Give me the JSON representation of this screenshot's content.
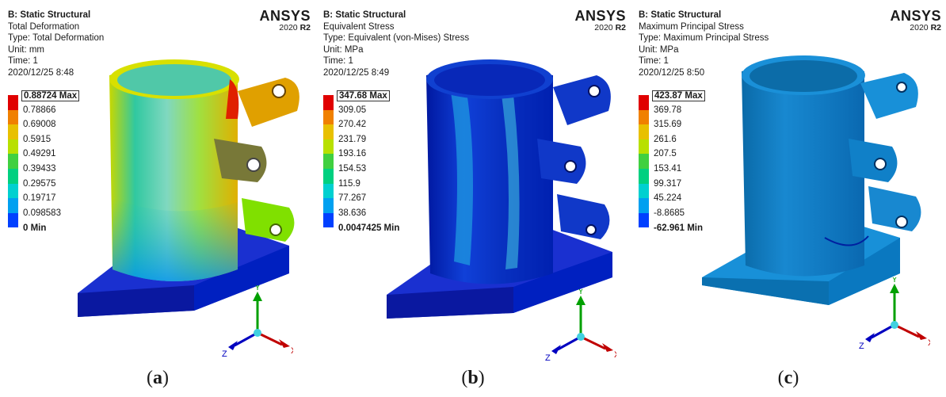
{
  "panels": [
    {
      "analysis": "B: Static Structural",
      "result": "Total Deformation",
      "type_line": "Type: Total Deformation",
      "unit_line": "Unit: mm",
      "time_line": "Time: 1",
      "timestamp": "2020/12/25 8:48",
      "brand": "ANSYS",
      "version_year": "2020",
      "version_rel": "R2",
      "legend": [
        "0.88724 Max",
        "0.78866",
        "0.69008",
        "0.5915",
        "0.49291",
        "0.39433",
        "0.29575",
        "0.19717",
        "0.098583",
        "0 Min"
      ],
      "caption_open": "(",
      "caption_letter": "a",
      "caption_close": ")"
    },
    {
      "analysis": "B: Static Structural",
      "result": "Equivalent Stress",
      "type_line": "Type: Equivalent (von-Mises) Stress",
      "unit_line": "Unit: MPa",
      "time_line": "Time: 1",
      "timestamp": "2020/12/25 8:49",
      "brand": "ANSYS",
      "version_year": "2020",
      "version_rel": "R2",
      "legend": [
        "347.68 Max",
        "309.05",
        "270.42",
        "231.79",
        "193.16",
        "154.53",
        "115.9",
        "77.267",
        "38.636",
        "0.0047425 Min"
      ],
      "caption_open": "(",
      "caption_letter": "b",
      "caption_close": ")"
    },
    {
      "analysis": "B: Static Structural",
      "result": "Maximum Principal Stress",
      "type_line": "Type: Maximum Principal Stress",
      "unit_line": "Unit: MPa",
      "time_line": "Time: 1",
      "timestamp": "2020/12/25 8:50",
      "brand": "ANSYS",
      "version_year": "2020",
      "version_rel": "R2",
      "legend": [
        "423.87 Max",
        "369.78",
        "315.69",
        "261.6",
        "207.5",
        "153.41",
        "99.317",
        "45.224",
        "-8.8685",
        "-62.961 Min"
      ],
      "caption_open": "(",
      "caption_letter": "c",
      "caption_close": ")"
    }
  ],
  "legend_colors": [
    "#e00000",
    "#f08000",
    "#e8c000",
    "#b8e000",
    "#40d040",
    "#00d080",
    "#00d0d0",
    "#00a0f0",
    "#0040ff"
  ],
  "axes": {
    "x": "X",
    "y": "Y",
    "z": "Z"
  }
}
